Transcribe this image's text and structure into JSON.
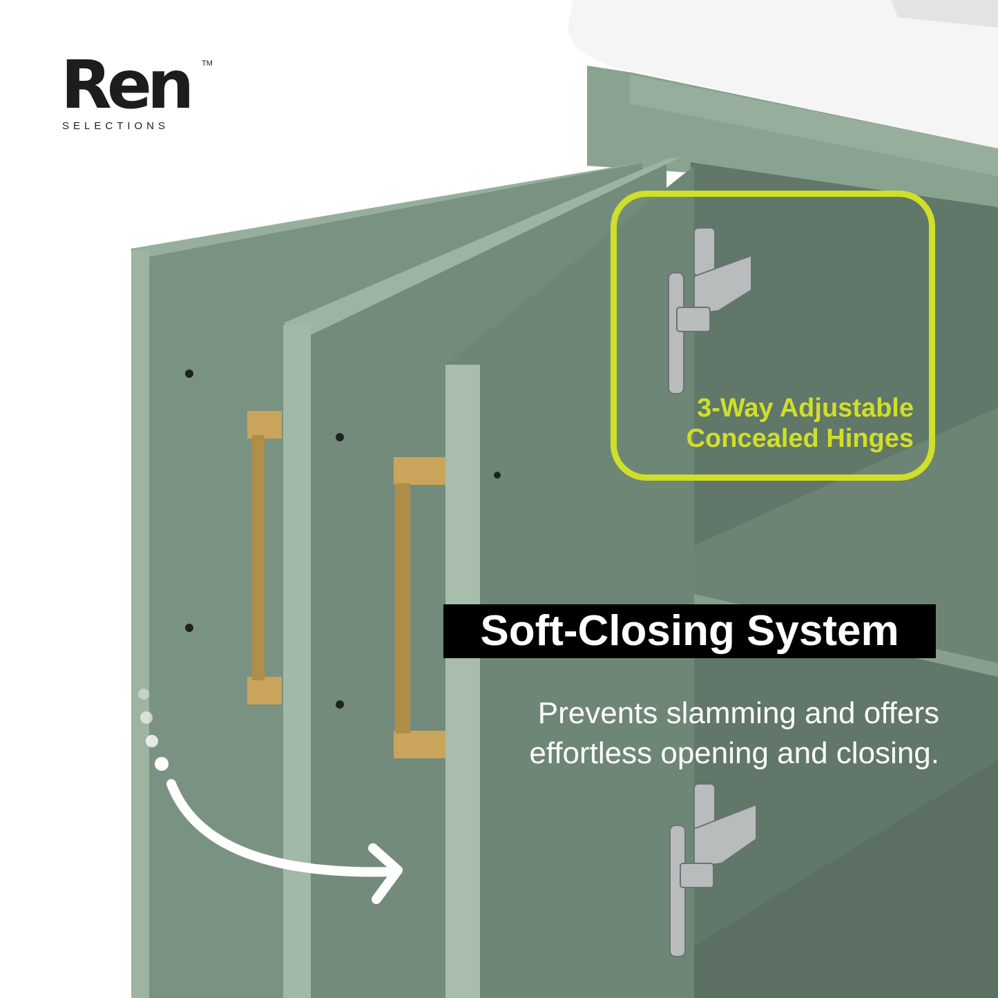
{
  "brand": {
    "name": "Ren",
    "trademark": "TM",
    "subtitle": "SELECTIONS"
  },
  "callout": {
    "line1": "3-Way Adjustable",
    "line2": "Concealed Hinges"
  },
  "headline": "Soft-Closing System",
  "description": {
    "line1": "Prevents slamming and offers",
    "line2": "effortless opening and closing."
  },
  "colors": {
    "accent": "#cfdf2a",
    "cabinet_green": "#7a9282",
    "handle_gold": "#c9a45a",
    "label_bg": "#000000"
  }
}
